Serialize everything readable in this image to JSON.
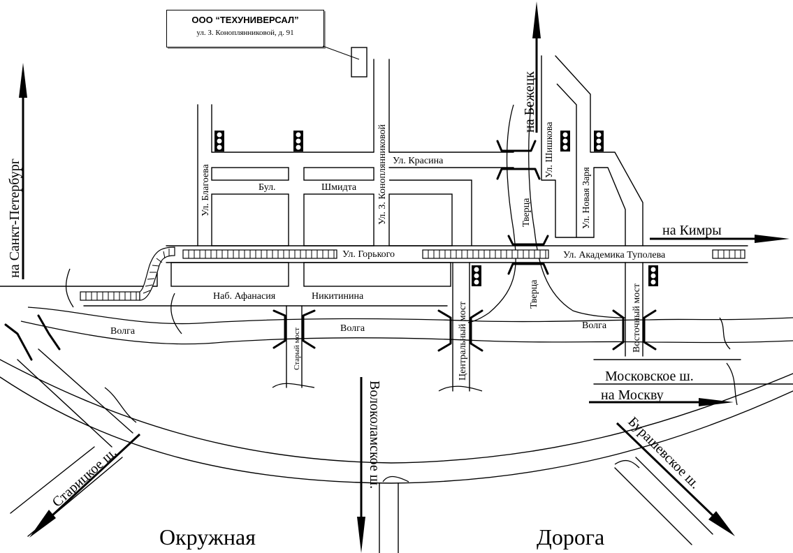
{
  "company": {
    "name": "ООО “ТЕХУНИВЕРСАЛ”",
    "address": "ул. З. Коноплянниковой, д. 91"
  },
  "streets": {
    "blagoeva": "Ул. Благоева",
    "bul": "Бул.",
    "shmidta": "Шмидта",
    "konoplyannikovoy": "Ул. З. Коноплянниковой",
    "krasina": "Ул. Красина",
    "gorkogo": "Ул. Горького",
    "tupoleva": "Ул. Академика Туполева",
    "shishkova": "Ул. Шишкова",
    "novaya_zarya": "Ул. Новая Заря",
    "nab_afanasiya": "Наб. Афанасия",
    "nikitinina": "Никитинина",
    "moskovskoe": "Московское ш.",
    "staritskoe": "Старицкое ш.",
    "volokolamskoe": "Волоколамское ш.",
    "burashevskoe": "Бурашевское ш.",
    "okruzhnaya": "Окружная",
    "doroga": "Дорога"
  },
  "rivers": {
    "volga_1": "Волга",
    "volga_2": "Волга",
    "volga_3": "Волга",
    "tvertsa_1": "Тверца",
    "tvertsa_2": "Тверца"
  },
  "bridges": {
    "stary": "Старый мост",
    "tsentralny": "Центральный мост",
    "vostochny": "Восточный мост"
  },
  "directions": {
    "spb": "на Санкт-Петербург",
    "bezhetsk": "на Бежецк",
    "kimry": "на Кимры",
    "moskva": "на Москву"
  },
  "traffic_light_count": 6
}
